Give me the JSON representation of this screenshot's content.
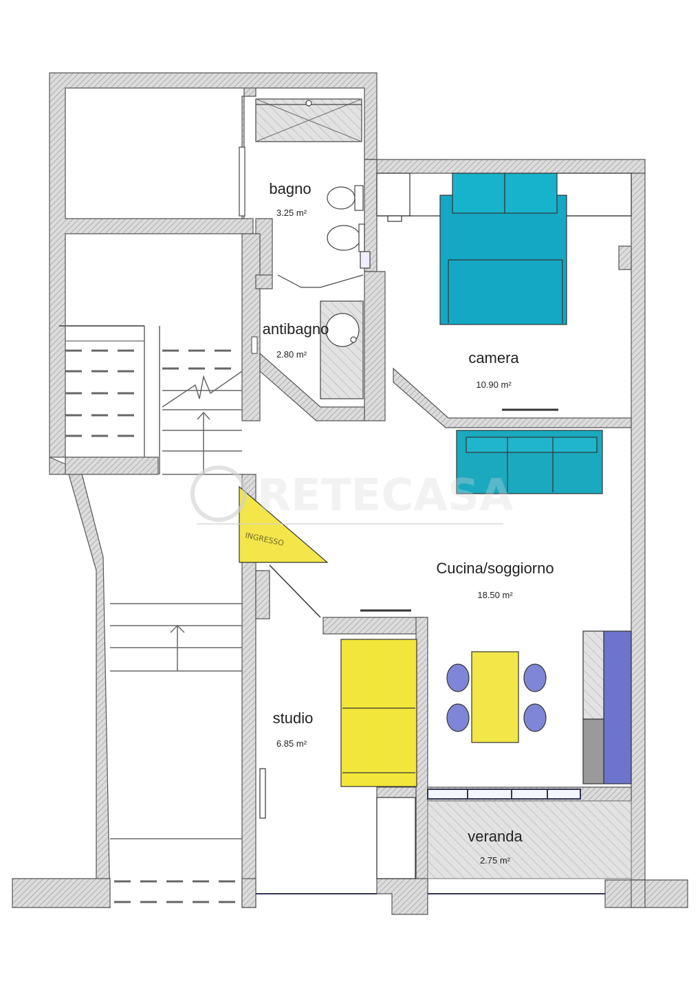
{
  "rooms": [
    {
      "id": "bagno",
      "name": "bagno",
      "area": "3.25 m²"
    },
    {
      "id": "antibagno",
      "name": "antibagno",
      "area": "2.80 m²"
    },
    {
      "id": "camera",
      "name": "camera",
      "area": "10.90 m²"
    },
    {
      "id": "cucina",
      "name": "Cucina/soggiorno",
      "area": "18.50 m²"
    },
    {
      "id": "studio",
      "name": "studio",
      "area": "6.85 m²"
    },
    {
      "id": "veranda",
      "name": "veranda",
      "area": "2.75 m²"
    }
  ],
  "entrance_label": "INGRESSO",
  "watermark": "RETECASA",
  "colors": {
    "wall_fill": "#d8d8d8",
    "bed_cyan": "#14a8c4",
    "sofa_cyan": "#1aa9bf",
    "bed_yellow": "#f3e63a",
    "table_yellow": "#f2e648",
    "chairs_blue": "#7f86d8",
    "kitchen_blue": "#6d74cc",
    "entrance_yellow": "#f4e64a"
  }
}
